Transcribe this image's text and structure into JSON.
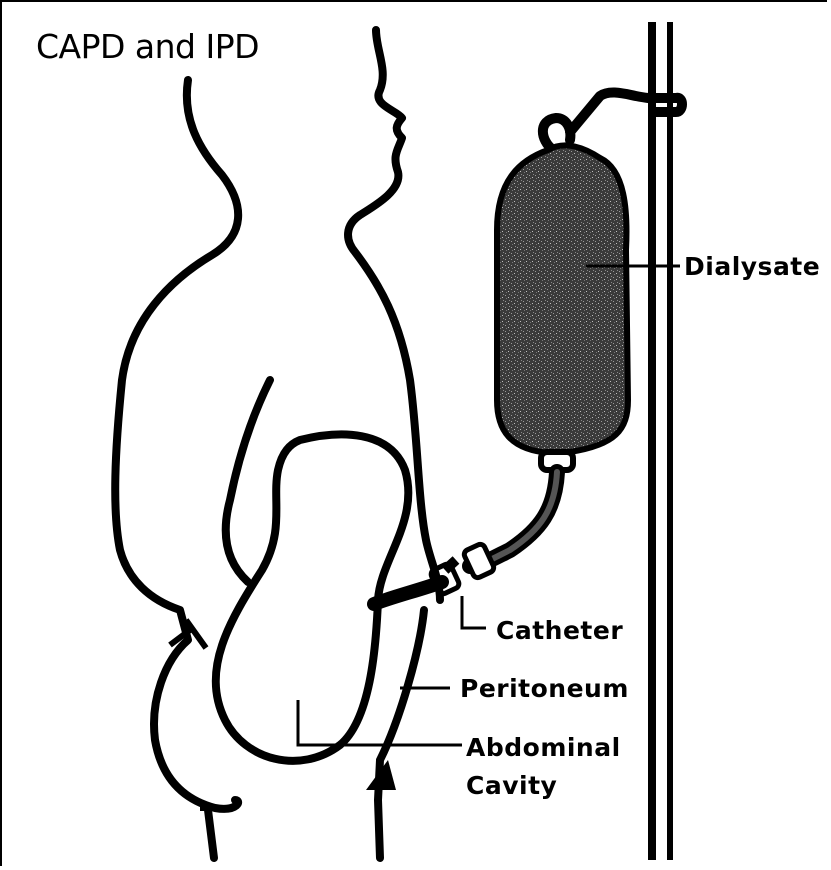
{
  "diagram": {
    "title": "CAPD and IPD",
    "labels": {
      "dialysate": "Dialysate",
      "catheter": "Catheter",
      "peritoneum": "Peritoneum",
      "abdominal_cavity": [
        "Abdominal",
        "Cavity"
      ]
    }
  }
}
